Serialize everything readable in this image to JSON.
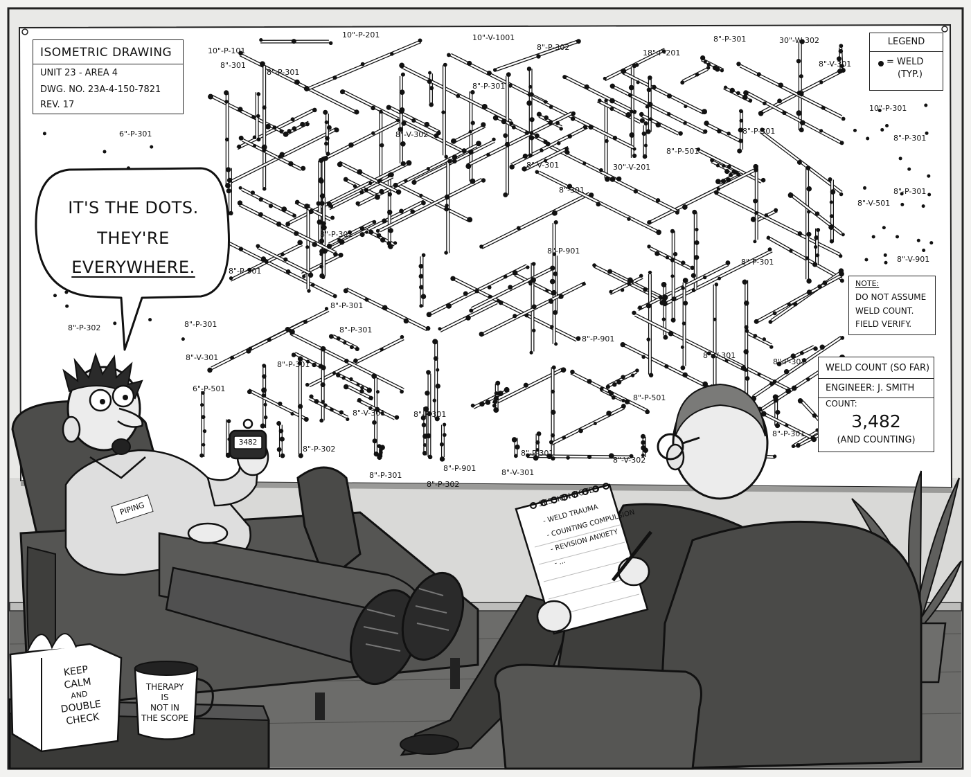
{
  "title_block": {
    "title": "ISOMETRIC DRAWING",
    "unit": "UNIT 23 - AREA 4",
    "dwg": "DWG. NO. 23A-4-150-7821",
    "rev": "REV. 17"
  },
  "legend": {
    "title": "LEGEND",
    "line1": "= WELD",
    "line2": "(TYP.)"
  },
  "note": {
    "title": "NOTE:",
    "line1": "DO NOT ASSUME",
    "line2": "WELD COUNT.",
    "line3": "FIELD VERIFY."
  },
  "weld_count": {
    "header": "WELD COUNT (SO FAR)",
    "engineer": "ENGINEER: J. SMITH",
    "count_label": "COUNT:",
    "count_value": "3,482",
    "sub": "(AND COUNTING)"
  },
  "speech": {
    "line1": "IT'S THE DOTS.",
    "line2": "THEY'RE",
    "line3": "EVERYWHERE."
  },
  "patient": {
    "badge": "PIPING",
    "counter_display": "3482"
  },
  "notepad": {
    "title": "SESSION NOTES",
    "item1": "- WELD TRAUMA",
    "item2": "- COUNTING COMPULSION",
    "item3": "- REVISION ANXIETY",
    "item4": "- ..."
  },
  "tissue_box": {
    "line1": "KEEP",
    "line2": "CALM",
    "line3": "AND",
    "line4": "DOUBLE",
    "line5": "CHECK"
  },
  "mug": {
    "line1": "THERAPY",
    "line2": "IS",
    "line3": "NOT IN",
    "line4": "THE SCOPE"
  },
  "pipe_labels": [
    "10\"-P-101",
    "8\"-301",
    "10\"-P-201",
    "10\"-V-1001",
    "8\"-P-302",
    "18\"-P-201",
    "8\"-P-301",
    "30\"-W-302",
    "8\"-V-301",
    "8\"-P-301",
    "8\"-P-301",
    "8\"-P-301",
    "10\"-P-301",
    "6\"-P-301",
    "8\"-V-302",
    "8\"-P-301",
    "30\"-V-201",
    "8\"-V-301",
    "8\"-P-301",
    "8\"-301",
    "8\"-V-501",
    "8\"-P-301",
    "8\"-P-901",
    "8\"-P-301",
    "8\"-V-901",
    "8\"-P-302",
    "8\"-P-301",
    "8\"-P-301",
    "8\"-V-301",
    "8\"-P-901",
    "8\"-P-301",
    "8\"-V-301",
    "8\"-P-301",
    "6\"-P-501",
    "8\"-V-301",
    "8\"-P-501",
    "8\"-P-302",
    "8\"-P-301",
    "8\"-P-301",
    "8\"-P-901",
    "8\"-V-301",
    "8\"-P-302",
    "8\"-V-302",
    "8\"-P-301",
    "8\"-P-901",
    "8\"-P-301",
    "8\"-P-501",
    "8\"-P-301"
  ],
  "colors": {
    "paper": "#ffffff",
    "ink": "#111111",
    "wall": "#e8e8e6",
    "floor": "#5a5a5a",
    "chair": "#4a4a4a"
  }
}
